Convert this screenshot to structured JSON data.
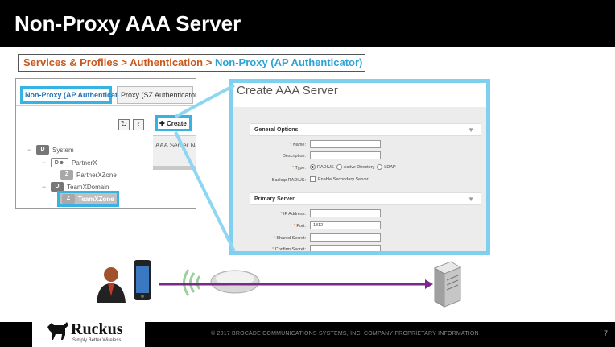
{
  "slide": {
    "title": "Non-Proxy AAA Server",
    "page_number": "7"
  },
  "breadcrumb": {
    "part1": "Services & Profiles > Authentication > ",
    "part2": "Non-Proxy (AP Authenticator)"
  },
  "left_panel": {
    "tab_active": "Non-Proxy (AP Authenticator)",
    "tab_proxy": "Proxy (SZ Authenticator)",
    "refresh_glyph": "↻",
    "back_glyph": "‹",
    "create_label": "Create",
    "create_icon": "✚",
    "column_header": "AAA Server Name",
    "tree": {
      "system": {
        "badge": "D",
        "label": "System"
      },
      "partnerx": {
        "badge": "D",
        "label": "PartnerX"
      },
      "partnerxzone": {
        "badge": "Z",
        "label": "PartnerXZone"
      },
      "teamxdomain": {
        "badge": "D",
        "label": "TeamXDomain"
      },
      "teamxzone": {
        "badge": "Z",
        "label": "TeamXZone"
      }
    }
  },
  "dialog": {
    "title": "Create AAA Server",
    "general_options": {
      "heading": "General Options",
      "name_label": "Name:",
      "name_value": "",
      "description_label": "Description:",
      "description_value": "",
      "type_label": "Type:",
      "type_options": [
        "RADIUS",
        "Active Directory",
        "LDAP"
      ],
      "type_selected": "RADIUS",
      "backup_label": "Backup RADIUS:",
      "backup_checkbox_label": "Enable Secondary Server"
    },
    "primary_server": {
      "heading": "Primary Server",
      "ip_label": "IP Address:",
      "ip_value": "",
      "port_label": "Port:",
      "port_value": "1812",
      "secret_label": "Shared Secret:",
      "secret_value": "",
      "confirm_label": "Confirm Secret:",
      "confirm_value": ""
    }
  },
  "footer": {
    "logo": "Ruckus",
    "tagline": "Simply Better Wireless.",
    "copyright": "© 2017 BROCADE COMMUNICATIONS SYSTEMS, INC. COMPANY PROPRIETARY INFORMATION"
  },
  "colors": {
    "highlight": "#37b3e3",
    "breadcrumb_orange": "#c8581c",
    "breadcrumb_blue": "#2ba3d6",
    "flow_arrow": "#7b2a8c"
  },
  "icons": [
    "user-icon",
    "smartphone-icon",
    "wireless-signal-icon",
    "access-point-icon",
    "server-icon"
  ]
}
